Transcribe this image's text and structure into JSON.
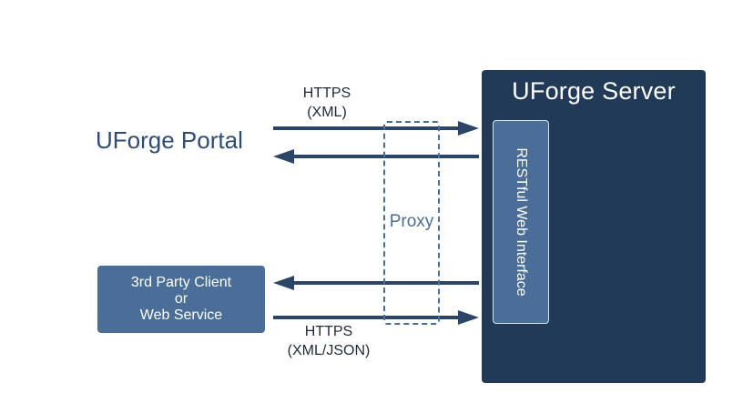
{
  "server": {
    "title": "UForge Server",
    "interface_label": "RESTful Web Interface"
  },
  "portal": {
    "label": "UForge Portal"
  },
  "client": {
    "line1": "3rd Party Client",
    "line2": "or",
    "line3": "Web Service"
  },
  "proxy": {
    "label": "Proxy"
  },
  "protocols": {
    "top": {
      "line1": "HTTPS",
      "line2": "(XML)"
    },
    "bottom": {
      "line1": "HTTPS",
      "line2": "(XML/JSON)"
    }
  },
  "colors": {
    "server_bg": "#213a58",
    "box_blue": "#4a6e98",
    "arrow": "#2a4566",
    "portal_text": "#2d4d75"
  }
}
